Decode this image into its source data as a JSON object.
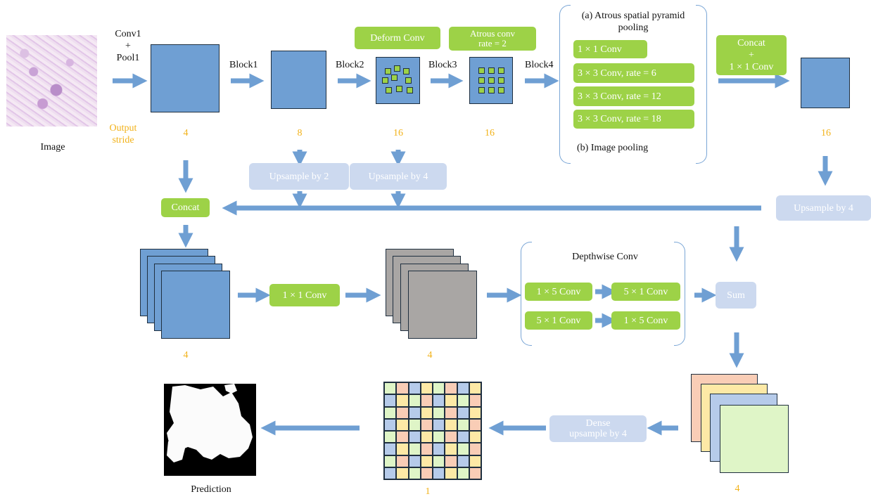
{
  "labels": {
    "image": "Image",
    "conv1_pool1": "Conv1\n+\nPool1",
    "output_stride": "Output\nstride",
    "block1": "Block1",
    "block2": "Block2",
    "block3": "Block3",
    "block4": "Block4",
    "deform_conv": "Deform Conv",
    "atrous_conv": "Atrous conv\nrate = 2",
    "aspp_title": "(a) Atrous spatial pyramid\npooling",
    "aspp_1x1": "1 × 1 Conv",
    "aspp_rate6": "3 × 3 Conv, rate = 6",
    "aspp_rate12": "3 × 3 Conv, rate = 12",
    "aspp_rate18": "3 × 3 Conv, rate = 18",
    "image_pooling": "(b) Image pooling",
    "concat_1x1": "Concat\n+\n1 × 1 Conv",
    "upsample_by_2": "Upsample by 2",
    "upsample_by_4_mid": "Upsample by 4",
    "upsample_by_4_right": "Upsample by 4",
    "concat": "Concat",
    "conv_1x1": "1 × 1 Conv",
    "depthwise_title": "Depthwise  Conv",
    "dw_1x5_a": "1 × 5 Conv",
    "dw_5x1_a": "5 × 1 Conv",
    "dw_5x1_b": "5 × 1 Conv",
    "dw_1x5_b": "1 × 5 Conv",
    "sum": "Sum",
    "dense_upsample": "Dense\nupsample by 4",
    "prediction": "Prediction"
  },
  "strides": {
    "conv1": "4",
    "block1": "8",
    "block2": "16",
    "block3": "16",
    "aspp_out": "16",
    "concat_maps": "4",
    "gray_maps": "4",
    "color_maps": "4",
    "grid": "1"
  },
  "colors": {
    "feature_map": "#6f9fd3",
    "green_box": "#9dd247",
    "light_box": "#ccd9ef",
    "arrow": "#6f9fd3",
    "stride_text": "#f2b21a",
    "gray_map": "#a9a6a4",
    "map_pink": "#f9cdb6",
    "map_yellow": "#fde9a6",
    "map_blue": "#b6cbea",
    "map_green": "#dff5c7"
  }
}
